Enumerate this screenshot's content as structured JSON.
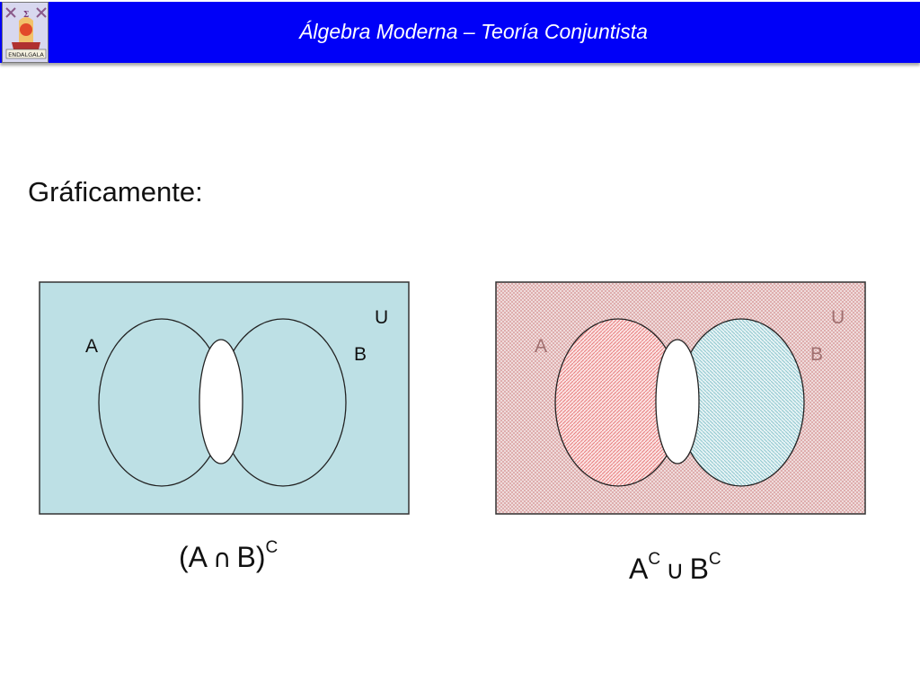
{
  "header": {
    "title": "Álgebra Moderna – Teoría Conjuntista",
    "logo_text": "ENDALGALA"
  },
  "heading": "Gráficamente:",
  "diagram_left": {
    "set_a_label": "A",
    "set_b_label": "B",
    "universe_label": "U",
    "fill_color": "#bde0e5",
    "formula": {
      "open": "(A",
      "operator": "∩",
      "close": "B)",
      "superscript": "C"
    }
  },
  "diagram_right": {
    "set_a_label": "A",
    "set_b_label": "B",
    "universe_label": "U",
    "universe_pattern_color": "#d89a9a",
    "set_a_pattern_color": "#e87f7f",
    "set_b_pattern_color": "#8fc7cf",
    "formula": {
      "left": "A",
      "left_sup": "C",
      "operator": "∪",
      "right": "B",
      "right_sup": "C"
    }
  },
  "colors": {
    "header_blue": "#0000f8",
    "header_text": "#ffffff"
  }
}
